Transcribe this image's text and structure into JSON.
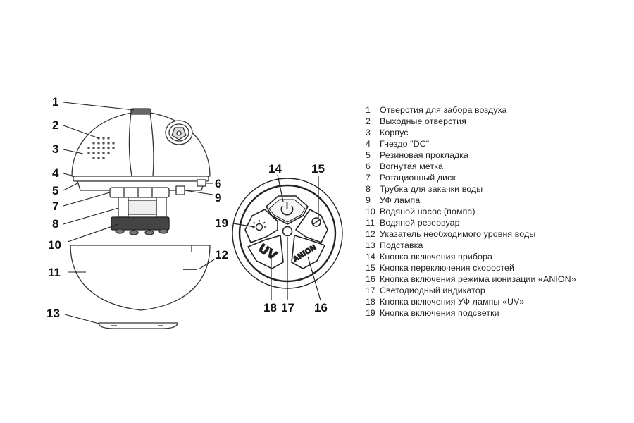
{
  "callouts": {
    "c1": "1",
    "c2": "2",
    "c3": "3",
    "c4": "4",
    "c5": "5",
    "c6": "6",
    "c7": "7",
    "c8": "8",
    "c9": "9",
    "c10": "10",
    "c11": "11",
    "c12": "12",
    "c13": "13",
    "c14": "14",
    "c15": "15",
    "c16": "16",
    "c17": "17",
    "c18": "18",
    "c19": "19"
  },
  "panel": {
    "uv_label": "UV",
    "anion_label": "ANION"
  },
  "legend": [
    {
      "num": "1",
      "text": "Отверстия для забора воздуха"
    },
    {
      "num": "2",
      "text": "Выходные отверстия"
    },
    {
      "num": "3",
      "text": "Корпус"
    },
    {
      "num": "4",
      "text": "Гнездо \"DC\""
    },
    {
      "num": "5",
      "text": "Резиновая прокладка"
    },
    {
      "num": "6",
      "text": "Вогнутая метка"
    },
    {
      "num": "7",
      "text": "Ротационный диск"
    },
    {
      "num": "8",
      "text": "Трубка для закачки воды"
    },
    {
      "num": "9",
      "text": "УФ лампа"
    },
    {
      "num": "10",
      "text": "Водяной насос (помпа)"
    },
    {
      "num": "11",
      "text": "Водяной резервуар"
    },
    {
      "num": "12",
      "text": "Указатель необходимого уровня воды"
    },
    {
      "num": "13",
      "text": "Подставка"
    },
    {
      "num": "14",
      "text": "Кнопка включения прибора"
    },
    {
      "num": "15",
      "text": "Кнопка переключения скоростей"
    },
    {
      "num": "16",
      "text": "Кнопка включения режима ионизации «ANION»"
    },
    {
      "num": "17",
      "text": "Светодиодный индикатор"
    },
    {
      "num": "18",
      "text": "Кнопка включения УФ лампы «UV»"
    },
    {
      "num": "19",
      "text": "Кнопка включения подсветки"
    }
  ]
}
